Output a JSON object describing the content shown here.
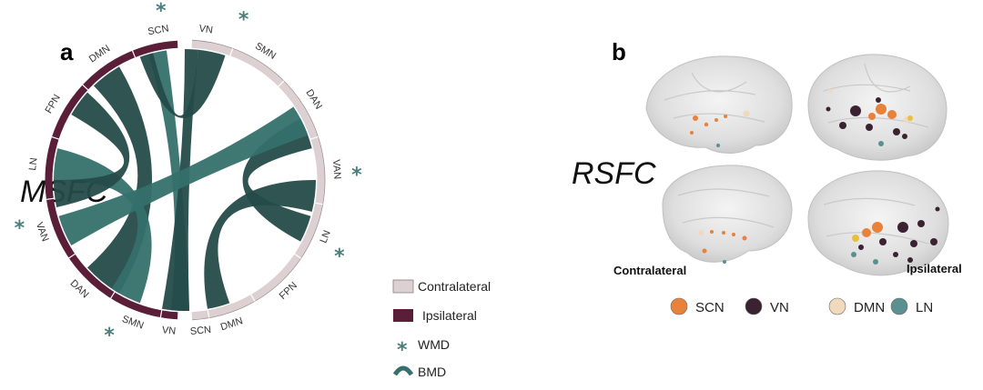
{
  "panel_a": {
    "letter": "a",
    "row_label": "MSFC",
    "ipsilateral_labels": [
      "SCN",
      "DMN",
      "FPN",
      "LN",
      "VAN",
      "DAN",
      "SMN",
      "VN"
    ],
    "contralateral_labels": [
      "VN",
      "SMN",
      "DAN",
      "VAN",
      "LN",
      "FPN",
      "DMN",
      "SCN"
    ],
    "legend": {
      "contralateral": "Contralateral",
      "ipsilateral": "Ipsilateral",
      "wmd": "WMD",
      "bmd": "BMD"
    },
    "star_glyph": "*"
  },
  "panel_b": {
    "letter": "b",
    "row_label": "RSFC",
    "contralateral": "Contralateral",
    "ipsilateral": "Ipsilateral",
    "legend": [
      {
        "label": "SCN",
        "color": "#e8813a"
      },
      {
        "label": "VN",
        "color": "#3b2232"
      },
      {
        "label": "DMN",
        "color": "#f0d9bd"
      },
      {
        "label": "LN",
        "color": "#5b8f90"
      }
    ]
  },
  "colors": {
    "ipsilateral": "#5a1e39",
    "contralateral": "#dcd0d2",
    "ribbon": "#244b49",
    "ribbon_light": "#35706c",
    "star": "#4a7f7c"
  }
}
